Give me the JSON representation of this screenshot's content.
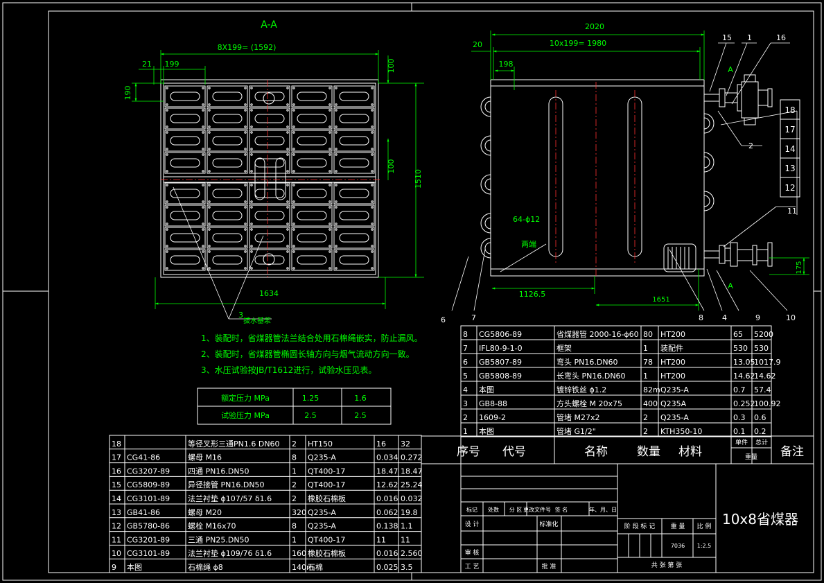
{
  "colors": {
    "background": "#000000",
    "frame": "#ffffff",
    "dimension": "#00ff00",
    "leader": "#ffffff",
    "centerline": "#ff3030",
    "notes": "#00ff00",
    "table_text": "#ffffff"
  },
  "left_view": {
    "section_label": "A-A",
    "dims": {
      "overall_pitch": "8X199= (1592)",
      "left_edge": "21",
      "pitch": "199",
      "height_top": "190",
      "right_top": "100",
      "right_mid": "100",
      "height": "1510",
      "width": "1634"
    },
    "leader_label": "3",
    "leader_text": "拔水基浆"
  },
  "right_view": {
    "dims": {
      "overall": "2020",
      "left_gap": "20",
      "pitch_run": "10x199= 1980",
      "first_pitch": "198",
      "bolt_note": "64-ϕ12",
      "two_ends": "两端",
      "bottom_left": "1126.5",
      "bottom_right": "1651",
      "right_height": "175"
    },
    "section_marks": [
      "A",
      "A"
    ],
    "balloons_top": [
      "15",
      "1",
      "16"
    ],
    "balloons_right": [
      "18",
      "17",
      "14",
      "13",
      "12"
    ],
    "balloon_2": "2",
    "balloon_11": "11",
    "balloons_bottom": [
      "6",
      "7",
      "8",
      "4",
      "9",
      "10"
    ]
  },
  "notes": [
    "1、装配时，省煤器管法兰结合处用石棉绳嵌实，防止漏风。",
    "2、装配时，省煤器管椭圆长轴方向与烟气流动方向一致。",
    "3、水压试验按JB/T1612进行，试验水压见表。"
  ],
  "pressure_table": [
    [
      "额定压力 MPa",
      "1.25",
      "1.6"
    ],
    [
      "试验压力 MPa",
      "2.5",
      "2.5"
    ]
  ],
  "bom_upper": [
    [
      "8",
      "CG5806-89",
      "省煤器管 2000-16-ϕ60",
      "80",
      "HT200",
      "65",
      "5200"
    ],
    [
      "7",
      "IFL80-9-1-0",
      "框架",
      "1",
      "装配件",
      "530",
      "530"
    ],
    [
      "6",
      "GB5807-89",
      "弯头 PN16.DN60",
      "78",
      "HT200",
      "13.05",
      "1017.9"
    ],
    [
      "5",
      "GB5808-89",
      "长弯头 PN16.DN60",
      "1",
      "HT200",
      "14.62",
      "14.62"
    ],
    [
      "4",
      "本图",
      "镀锌铁丝 ϕ1.2",
      "82m",
      "Q235-A",
      "0.7",
      "57.4"
    ],
    [
      "3",
      "GB8-88",
      "方头螺栓 M 20x75",
      "400",
      "Q235A",
      "0.252",
      "100.92"
    ],
    [
      "2",
      "1609-2",
      "管堵 M27x2",
      "2",
      "Q235-A",
      "0.3",
      "0.6"
    ],
    [
      "1",
      "本图",
      "管堵 G1/2\"",
      "2",
      "KTH350-10",
      "0.1",
      "0.2"
    ]
  ],
  "bom_lower": [
    [
      "18",
      "",
      "等径叉形三通PN1.6 DN60",
      "2",
      "HT150",
      "16",
      "32"
    ],
    [
      "17",
      "CG41-86",
      "螺母 M16",
      "8",
      "Q235-A",
      "0.034",
      "0.272"
    ],
    [
      "16",
      "CG3207-89",
      "四通 PN16.DN50",
      "1",
      "QT400-17",
      "18.47",
      "18.47"
    ],
    [
      "15",
      "CG5809-89",
      "异径接管 PN16.DN50",
      "2",
      "QT400-17",
      "12.62",
      "25.24"
    ],
    [
      "14",
      "CG3101-89",
      "法兰衬垫 ϕ107/57 δ1.6",
      "2",
      "橡胶石棉板",
      "0.016",
      "0.032"
    ],
    [
      "13",
      "GB41-86",
      "螺母 M20",
      "320",
      "Q235-A",
      "0.062",
      "19.8"
    ],
    [
      "12",
      "GB5780-86",
      "螺栓 M16x70",
      "8",
      "Q235-A",
      "0.138",
      "1.1"
    ],
    [
      "11",
      "CG3201-89",
      "三通 PN25.DN50",
      "1",
      "QT400-17",
      "11",
      "11"
    ],
    [
      "10",
      "CG3101-89",
      "法兰衬垫 ϕ109/76 δ1.6",
      "160",
      "橡胶石棉板",
      "0.016",
      "2.560"
    ],
    [
      "9",
      "本图",
      "石棉绳 ϕ8",
      "140m",
      "石棉",
      "0.025",
      "3.5"
    ]
  ],
  "bom_header": {
    "no": "序号",
    "code": "代号",
    "name": "名称",
    "qty": "数量",
    "material": "材料",
    "unit_weight": "单件",
    "total_weight": "总计",
    "weight": "重量",
    "remark": "备注"
  },
  "title_block": {
    "title": "10x8省煤器",
    "rev_row": [
      "标记",
      "处数",
      "分 区",
      "更改文件号",
      "签 名",
      "年、月、日"
    ],
    "design": "设 计",
    "standard": "标准化",
    "stage_mark": "阶 段 标 记",
    "weight": "重 量",
    "scale": "比 例",
    "weight_value": "7036",
    "scale_value": "1:2.5",
    "review": "审 核",
    "process": "工 艺",
    "approve": "批 准",
    "sheets": "共    张    第    张"
  }
}
